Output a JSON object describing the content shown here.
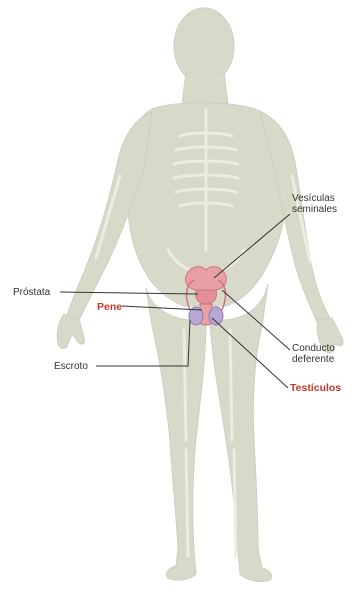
{
  "labels": {
    "vesiculas_line1": "Vesículas",
    "vesiculas_line2": "seminales",
    "prostata": "Próstata",
    "pene": "Pene",
    "conducto_line1": "Conducto",
    "conducto_line2": "deferente",
    "escroto": "Escroto",
    "testiculos": "Testículos"
  },
  "colors": {
    "body": "#d9d9c9",
    "body_shadow": "#c8c8b6",
    "bone": "#ececdf",
    "organ": "#e8a0a4",
    "organ_dark": "#c9787e",
    "highlight_label": "#c0392b",
    "line": "#333333"
  }
}
